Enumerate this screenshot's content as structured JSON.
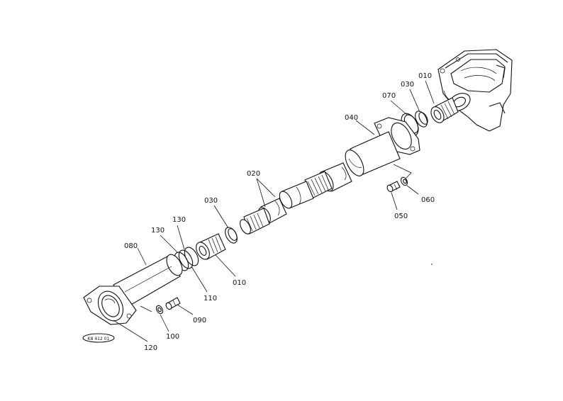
{
  "diagram": {
    "callouts": [
      {
        "id": "c010a",
        "label": "010"
      },
      {
        "id": "c030a",
        "label": "030"
      },
      {
        "id": "c070",
        "label": "070"
      },
      {
        "id": "c040",
        "label": "040"
      },
      {
        "id": "c020",
        "label": "020"
      },
      {
        "id": "c060",
        "label": "060"
      },
      {
        "id": "c050",
        "label": "050"
      },
      {
        "id": "c030b",
        "label": "030"
      },
      {
        "id": "c130a",
        "label": "130"
      },
      {
        "id": "c130b",
        "label": "130"
      },
      {
        "id": "c080",
        "label": "080"
      },
      {
        "id": "c010b",
        "label": "010"
      },
      {
        "id": "c110",
        "label": "110"
      },
      {
        "id": "c090",
        "label": "090"
      },
      {
        "id": "c100",
        "label": "100"
      },
      {
        "id": "c120",
        "label": "120"
      }
    ],
    "reference_stamp": "K8 412 01"
  }
}
